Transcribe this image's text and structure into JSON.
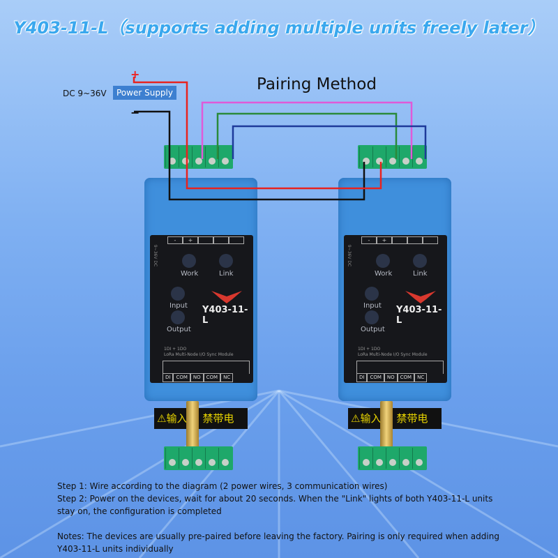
{
  "title": "Y403-11-L（supports adding multiple units freely later）",
  "heading": "Pairing Method",
  "power": {
    "voltage": "DC 9~36V",
    "label": "Power Supply",
    "plus": "+",
    "minus": "−"
  },
  "device": {
    "model": "Y403-11-L",
    "leds": [
      "Work",
      "Link",
      "Input",
      "Output"
    ],
    "top_terminals": [
      "-",
      "+",
      "",
      "",
      ""
    ],
    "voltage_label": "9~36V DC",
    "io": "1DI + 1DO",
    "description": "LoRa Multi-Node I/O Sync Module",
    "bottom_terminals": [
      "DI",
      "COM",
      "NO",
      "COM",
      "NC"
    ],
    "warning_left": "⚠输入",
    "warning_right": "禁带电"
  },
  "wire_colors": {
    "power_positive": "#e8231f",
    "power_negative": "#111111",
    "comm1": "#e05ad8",
    "comm2": "#2a8a3a",
    "comm3": "#1e3a9a"
  },
  "steps": [
    "Step 1: Wire according to the diagram (2 power wires, 3 communication wires)",
    "Step 2: Power on the devices, wait for about 20 seconds. When the \"Link\" lights of both Y403-11-L units stay on, the configuration is completed"
  ],
  "notes": "Notes: The devices are usually pre-paired before leaving the factory. Pairing is only required when adding Y403-11-L units individually"
}
